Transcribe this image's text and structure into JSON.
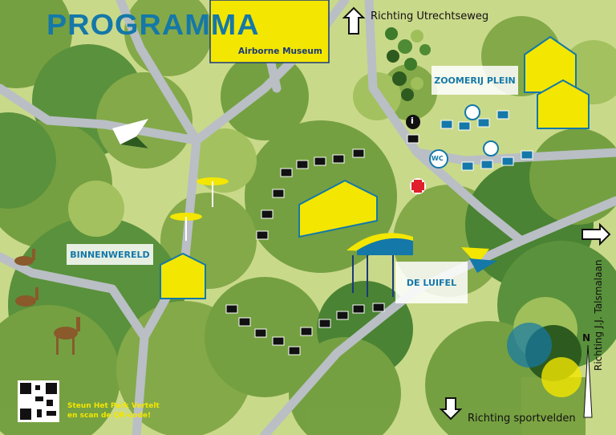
{
  "map": {
    "title": "PROGRAMMA",
    "museum": "Airborne Museum",
    "areas": {
      "zoomerij": "ZOOMERIJ PLEIN",
      "binnenwereld": "BINNENWERELD",
      "luifel": "DE LUIFEL"
    },
    "directions": {
      "top": "Richting Utrechtseweg",
      "bottom": "Richting sportvelden",
      "right": "Richting J.J. Talsmalaan"
    },
    "north": "N",
    "info": "i",
    "wc": "WC",
    "qr_text_line1": "Steun Het Park Vertelt",
    "qr_text_line2": "en scan de QR-code!"
  },
  "colors": {
    "grass": "#c9d98a",
    "tree_dark": "#3d7a2a",
    "tree_mid": "#6d9a3a",
    "tree_light": "#9fbf5a",
    "path": "#b9bfc4",
    "yellow": "#f3e600",
    "blue": "#1478a8",
    "title": "#1478a8"
  }
}
